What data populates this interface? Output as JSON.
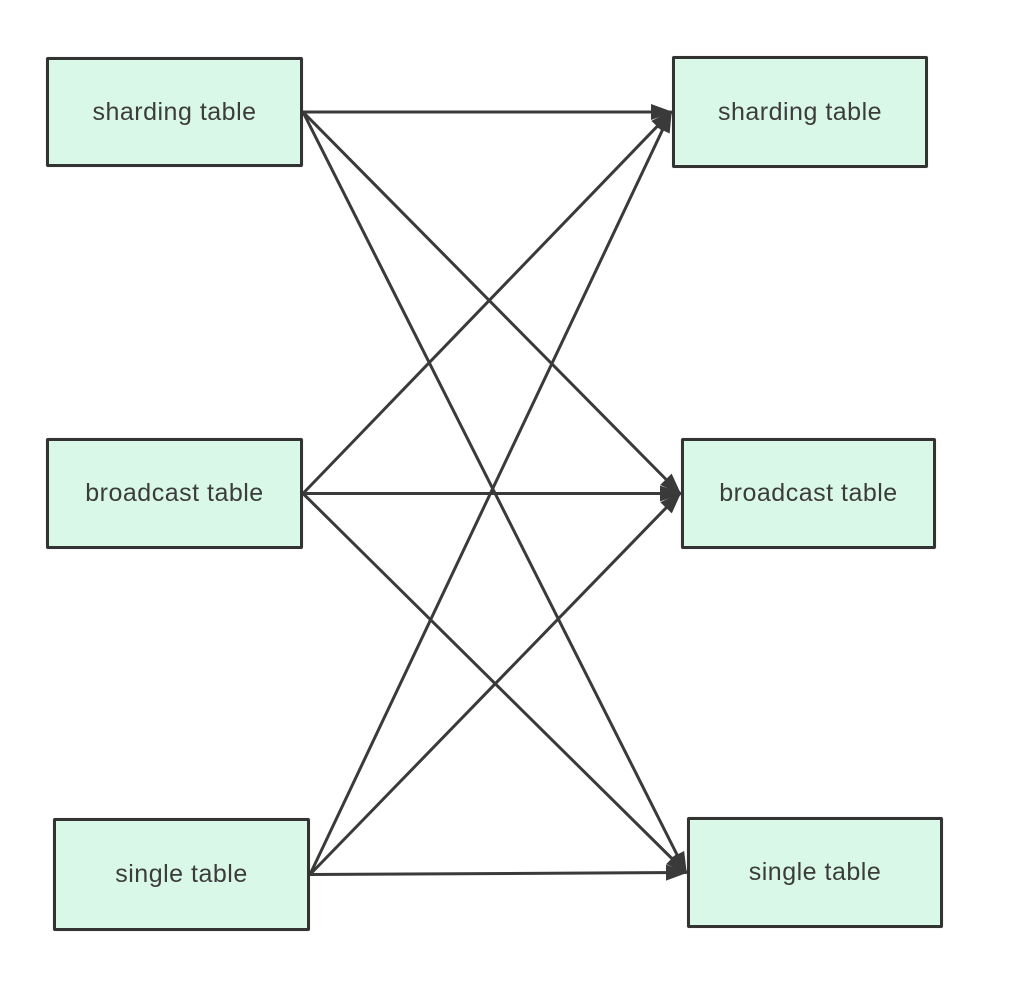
{
  "diagram": {
    "nodes": [
      {
        "id": "L1",
        "column": "left",
        "row": 1,
        "label": "sharding table"
      },
      {
        "id": "L2",
        "column": "left",
        "row": 2,
        "label": "broadcast table"
      },
      {
        "id": "L3",
        "column": "left",
        "row": 3,
        "label": "single table"
      },
      {
        "id": "R1",
        "column": "right",
        "row": 1,
        "label": "sharding table"
      },
      {
        "id": "R2",
        "column": "right",
        "row": 2,
        "label": "broadcast table"
      },
      {
        "id": "R3",
        "column": "right",
        "row": 3,
        "label": "single table"
      }
    ],
    "edges": [
      {
        "from": "L1",
        "to": "R1"
      },
      {
        "from": "L1",
        "to": "R2"
      },
      {
        "from": "L1",
        "to": "R3"
      },
      {
        "from": "L2",
        "to": "R1"
      },
      {
        "from": "L2",
        "to": "R2"
      },
      {
        "from": "L2",
        "to": "R3"
      },
      {
        "from": "L3",
        "to": "R1"
      },
      {
        "from": "L3",
        "to": "R2"
      },
      {
        "from": "L3",
        "to": "R3"
      }
    ]
  },
  "colors": {
    "node_fill": "#d9f8e7",
    "node_border": "#333333",
    "edge": "#3a3a3a",
    "text": "#3c3c3c",
    "background": "#ffffff"
  }
}
